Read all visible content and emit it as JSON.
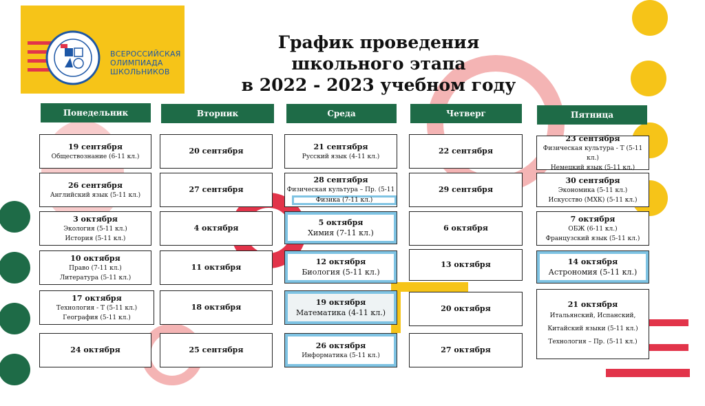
{
  "logo": {
    "lines": [
      "ВСЕРОССИЙСКАЯ",
      "ОЛИМПИАДА",
      "ШКОЛЬНИКОВ"
    ]
  },
  "title": {
    "line1": "График проведения",
    "line2": "школьного этапа",
    "line3": "в 2022 - 2023 учебном году"
  },
  "days": [
    "Понедельник",
    "Вторник",
    "Среда",
    "Четверг",
    "Пятница"
  ],
  "colors": {
    "header_green": "#1e6b47",
    "accent_yellow": "#f6c418",
    "accent_red": "#e2344a",
    "accent_pink": "#f4b4b4",
    "highlight_blue": "#7ec3e3"
  },
  "monday": [
    {
      "date": "19 сентября",
      "subjects": [
        "Обществознание (6-11 кл.)"
      ]
    },
    {
      "date": "26 сентября",
      "subjects": [
        "Английский язык (5-11 кл.)"
      ]
    },
    {
      "date": "3 октября",
      "subjects": [
        "Экология (5-11 кл.)",
        "История (5-11 кл.)"
      ]
    },
    {
      "date": "10 октября",
      "subjects": [
        "Право (7-11 кл.)",
        "Литература (5-11 кл.)"
      ]
    },
    {
      "date": "17 октября",
      "subjects": [
        "Технология - Т (5-11 кл.)",
        "География  (5-11 кл.)"
      ]
    },
    {
      "date": "24 октября",
      "subjects": []
    }
  ],
  "tuesday": [
    {
      "date": "20 сентября"
    },
    {
      "date": "27 сентября"
    },
    {
      "date": "4 октября"
    },
    {
      "date": "11 октября"
    },
    {
      "date": "18 октября"
    },
    {
      "date": "25 сентября"
    }
  ],
  "wednesday": [
    {
      "date": "21 сентября",
      "subjects": [
        "Русский язык (4-11 кл.)"
      ]
    },
    {
      "date": "28 сентября",
      "subjects": [
        "Физическая культура – Пр. (5-11 кл.)"
      ],
      "sub_box": "Физика (7-11 кл.)"
    },
    {
      "date": "5 октября",
      "subjects": [
        "Химия (7-11 кл.)"
      ]
    },
    {
      "date": "12 октября",
      "subjects": [
        "Биология (5-11 кл.)"
      ]
    },
    {
      "date": "19 октября",
      "subjects": [
        "Математика (4-11 кл.)"
      ]
    },
    {
      "date": "26 октября",
      "subjects": [
        "Информатика (5-11 кл.)"
      ]
    }
  ],
  "thursday": [
    {
      "date": "22 сентября"
    },
    {
      "date": "29  сентября"
    },
    {
      "date": "6 октября"
    },
    {
      "date": "13 октября"
    },
    {
      "date": "20 октября"
    },
    {
      "date": "27 октября"
    }
  ],
  "friday": [
    {
      "date": "23  сентября",
      "subjects": [
        "Физическая культура - Т (5-11 кл.)",
        "Немецкий язык (5-11 кл.)"
      ]
    },
    {
      "date": "30 сентября",
      "subjects": [
        "Экономика (5-11 кл.)",
        "Искусство (МХК) (5-11 кл.)"
      ]
    },
    {
      "date": "7 октября",
      "subjects": [
        "ОБЖ (6-11 кл.)",
        "Французский язык (5-11 кл.)"
      ]
    },
    {
      "date": "14 октября",
      "subjects": [
        "Астрономия (5-11 кл.)"
      ]
    },
    {
      "date": "21 октября",
      "subjects": [
        "Итальянский, Испанский,",
        "Китайский языки (5-11 кл.)",
        "Технология – Пр. (5-11 кл.)"
      ]
    }
  ]
}
